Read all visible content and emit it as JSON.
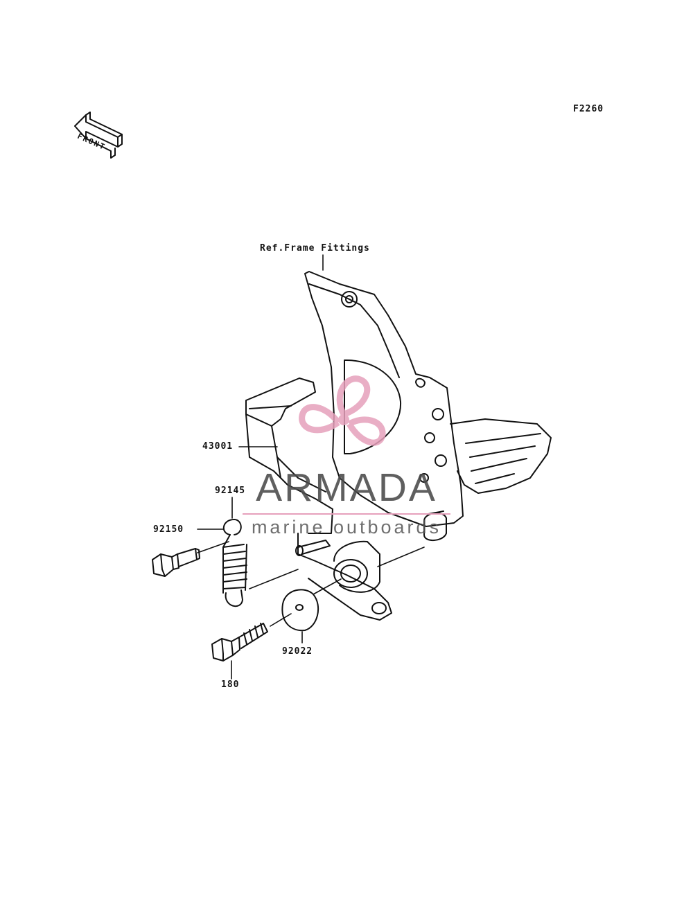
{
  "diagram": {
    "code": "F2260",
    "front_marker": "FRONT",
    "ref_label": "Ref.Frame Fittings",
    "parts": [
      {
        "number": "43001"
      },
      {
        "number": "92145"
      },
      {
        "number": "92150"
      },
      {
        "number": "92022"
      },
      {
        "number": "180"
      }
    ]
  },
  "watermark": {
    "brand": "ARMADA",
    "tagline": "marine outboards",
    "accent_color": "#e6a0bb",
    "text_color": "#4a4a4a"
  }
}
